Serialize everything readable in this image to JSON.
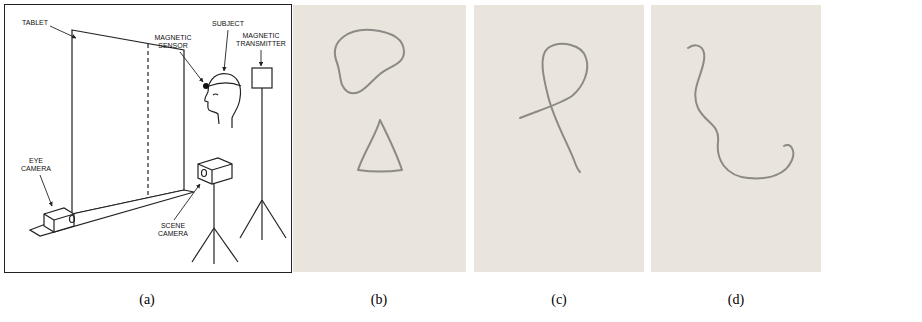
{
  "diagram": {
    "labels": [
      "TABLET",
      "MAGNETIC SENSOR",
      "SUBJECT",
      "MAGNETIC TRANSMITTER",
      "EYE CAMERA",
      "SCENE CAMERA",
      "(a)",
      "(b)",
      "(c)",
      "(d)"
    ]
  }
}
